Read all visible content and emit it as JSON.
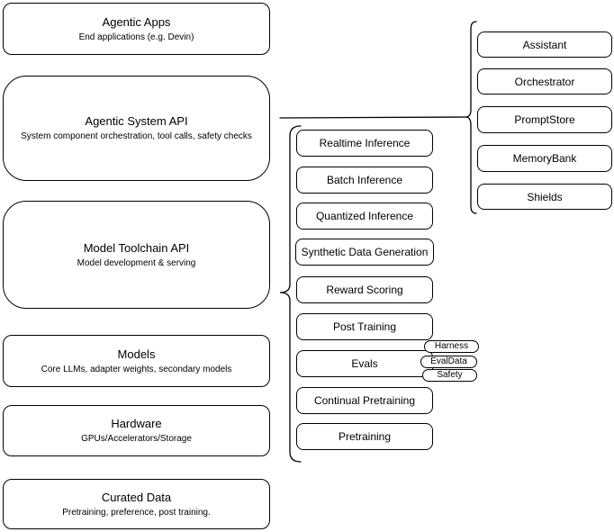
{
  "diagram": {
    "left_column": [
      {
        "title": "Agentic Apps",
        "subtitle": "End applications (e.g. Devin)"
      },
      {
        "title": "Agentic System API",
        "subtitle": "System component orchestration, tool calls, safety checks"
      },
      {
        "title": "Model Toolchain API",
        "subtitle": "Model development & serving"
      },
      {
        "title": "Models",
        "subtitle": "Core LLMs, adapter weights, secondary models"
      },
      {
        "title": "Hardware",
        "subtitle": "GPUs/Accelerators/Storage"
      },
      {
        "title": "Curated Data",
        "subtitle": "Pretraining, preference, post training."
      }
    ],
    "toolchain_items": [
      "Realtime Inference",
      "Batch Inference",
      "Quantized Inference",
      "Synthetic Data Generation",
      "Reward Scoring",
      "Post Training",
      "Evals",
      "Continual Pretraining",
      "Pretraining"
    ],
    "eval_tags": [
      "Harness",
      "EvalData",
      "Safety"
    ],
    "system_components": [
      "Assistant",
      "Orchestrator",
      "PromptStore",
      "MemoryBank",
      "Shields"
    ],
    "colors": {
      "stroke": "#000000",
      "fill": "#ffffff"
    }
  }
}
